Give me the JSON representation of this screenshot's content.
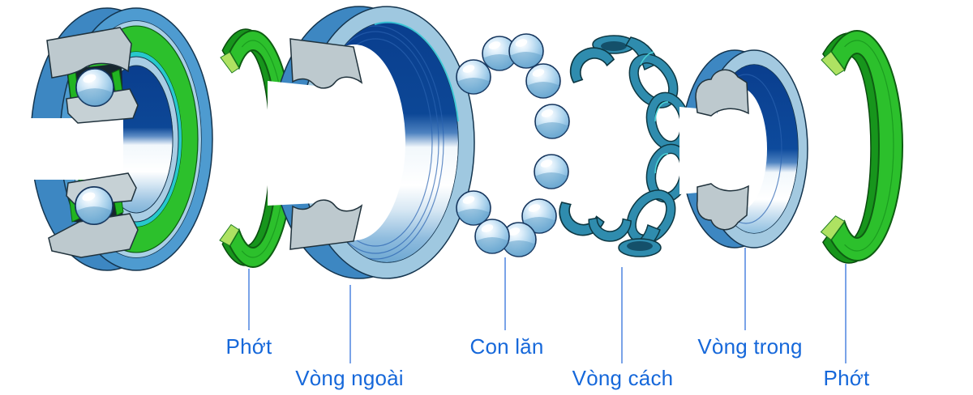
{
  "diagram": {
    "parts": [
      {
        "id": "seal-left",
        "label": "Phớt"
      },
      {
        "id": "outer-ring",
        "label": "Vòng ngoài"
      },
      {
        "id": "rollers",
        "label": "Con lăn"
      },
      {
        "id": "cage",
        "label": "Vòng cách"
      },
      {
        "id": "inner-ring",
        "label": "Vòng trong"
      },
      {
        "id": "seal-right",
        "label": "Phớt"
      }
    ],
    "colors": {
      "label_text": "#1668da",
      "leader_line": "#6b99e6",
      "seal_green": "#2cc02c",
      "seal_green_dark": "#17951c",
      "ring_blue": "#3d87c2",
      "ring_face_light": "#9fc8e0",
      "bore_dark_blue": "#0a3e8e",
      "cage_teal": "#2f8cae",
      "cross_section_gray": "#bdc9ce",
      "ball_blue": "#aad2ec"
    }
  }
}
